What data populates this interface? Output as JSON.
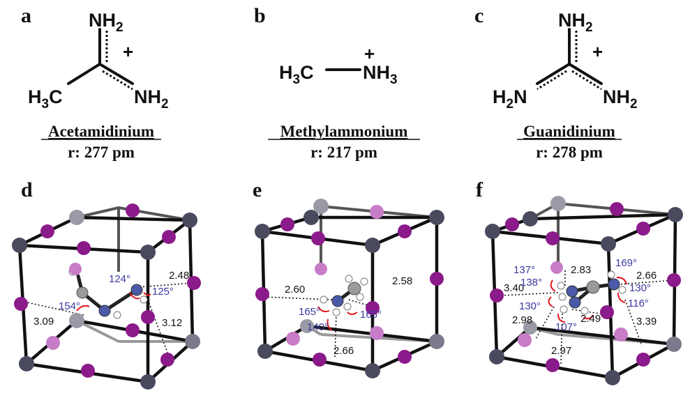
{
  "panels": {
    "a": {
      "letter": "a",
      "name": "Acetamidinium",
      "radius": "r: 277 pm"
    },
    "b": {
      "letter": "b",
      "name": "Methylammonium",
      "radius": "r: 217 pm"
    },
    "c": {
      "letter": "c",
      "name": "Guanidinium",
      "radius": "r: 278 pm"
    },
    "d": {
      "letter": "d",
      "distances": [
        "2.48",
        "3.09",
        "3.12"
      ],
      "angles": [
        "124°",
        "125°",
        "154°"
      ]
    },
    "e": {
      "letter": "e",
      "distances": [
        "2.60",
        "2.58",
        "2.66"
      ],
      "angles": [
        "165°",
        "165°",
        "140°"
      ]
    },
    "f": {
      "letter": "f",
      "distances": [
        "2.83",
        "2.66",
        "3.40",
        "2.98",
        "2.49",
        "3.39",
        "2.97"
      ],
      "angles": [
        "137°",
        "138°",
        "169°",
        "130°",
        "130°",
        "116°",
        "107°"
      ]
    }
  },
  "formulas": {
    "a": {
      "top": "NH",
      "top_sub": "2",
      "left": "H",
      "left_sub": "3",
      "left_tail": "C",
      "right": "NH",
      "right_sub": "2",
      "charge": "+"
    },
    "b": {
      "left": "H",
      "left_sub": "3",
      "left_tail": "C",
      "right": "NH",
      "right_sub": "3",
      "charge": "+"
    },
    "c": {
      "top": "NH",
      "top_sub": "2",
      "left": "H",
      "left_sub": "2",
      "left_tail": "N",
      "right": "NH",
      "right_sub": "2",
      "charge": "+"
    }
  },
  "colors": {
    "pb": "#4a4a5e",
    "pb_back": "#7a7a8c",
    "iodide": "#8b1a8b",
    "iodide_back": "#c77cc7",
    "nitrogen": "#4a5aa8",
    "carbon": "#9a9a9a",
    "hydrogen": "#ffffff",
    "arc": "#e0181e",
    "angle_text": "#3a3aa0"
  }
}
